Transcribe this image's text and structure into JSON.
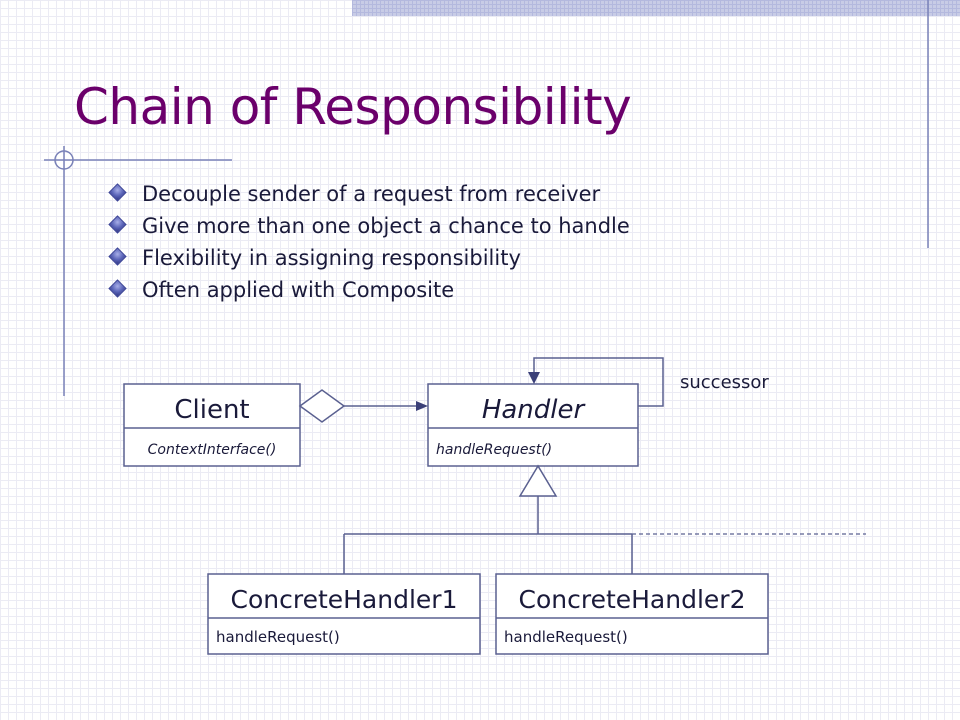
{
  "slide": {
    "title": "Chain of Responsibility",
    "bullets": [
      "Decouple sender of a request from receiver",
      "Give more than one object a chance to handle",
      "Flexibility in assigning responsibility",
      "Often applied with Composite"
    ]
  },
  "diagram": {
    "client": {
      "name": "Client",
      "method": "ContextInterface()"
    },
    "handler": {
      "name": "Handler",
      "method": "handleRequest()"
    },
    "concrete1": {
      "name": "ConcreteHandler1",
      "method": "handleRequest()"
    },
    "concrete2": {
      "name": "ConcreteHandler2",
      "method": "handleRequest()"
    },
    "successor_label": "successor"
  },
  "colors": {
    "title": "#6b006b",
    "text": "#1a1a3a",
    "diagram": "#5a6090",
    "bullet": "#5a64b8"
  }
}
